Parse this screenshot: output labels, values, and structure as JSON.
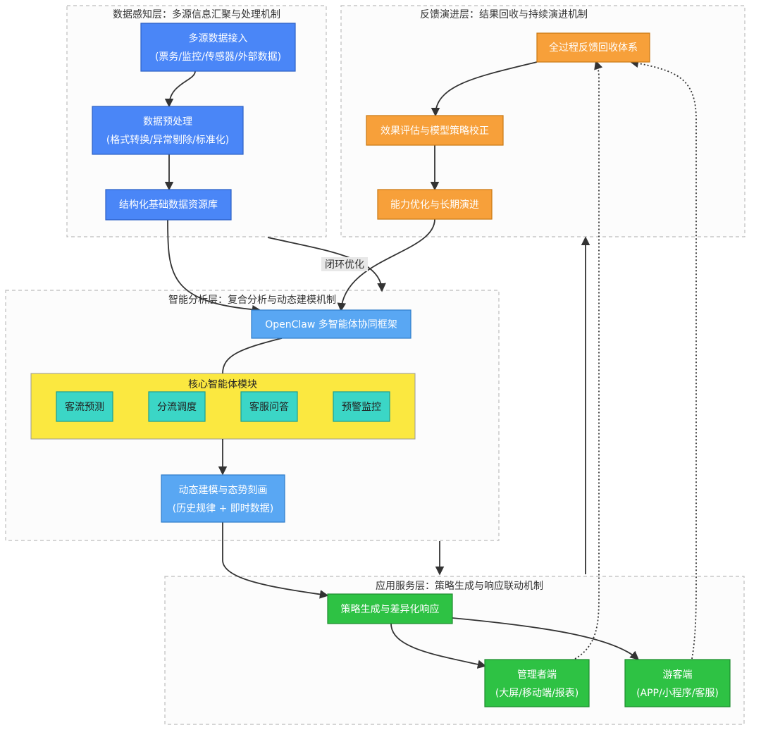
{
  "colors": {
    "perception": "#4a86f7",
    "analysis": "#59a7f3",
    "feedback": "#f7a03a",
    "service": "#2ec244",
    "core_group": "#fbe840",
    "agent": "#3bd6c6",
    "edge": "#333333"
  },
  "clusters": {
    "perception": "数据感知层：多源信息汇聚与处理机制",
    "feedback": "反馈演进层：结果回收与持续演进机制",
    "analysis": "智能分析层：复合分析与动态建模机制",
    "service": "应用服务层：策略生成与响应联动机制"
  },
  "nodes": {
    "multi_source": [
      "多源数据接入",
      "(票务/监控/传感器/外部数据)"
    ],
    "preprocess": [
      "数据预处理",
      "(格式转换/异常剔除/标准化)"
    ],
    "structured_db": [
      "结构化基础数据资源库"
    ],
    "feedback_system": [
      "全过程反馈回收体系"
    ],
    "evaluation": [
      "效果评估与模型策略校正"
    ],
    "optimization": [
      "能力优化与长期演进"
    ],
    "openclaw": [
      "OpenClaw 多智能体协同框架"
    ],
    "core_group_title": "核心智能体模块",
    "agents": [
      "客流预测",
      "分流调度",
      "客服问答",
      "预警监控"
    ],
    "dynamic_model": [
      "动态建模与态势刻画",
      "(历史规律 + 即时数据)"
    ],
    "strategy": [
      "策略生成与差异化响应"
    ],
    "manager": [
      "管理者端",
      "(大屏/移动端/报表)"
    ],
    "visitor": [
      "游客端",
      "(APP/小程序/客服)"
    ]
  },
  "edge_labels": {
    "closed_loop": "闭环优化"
  }
}
